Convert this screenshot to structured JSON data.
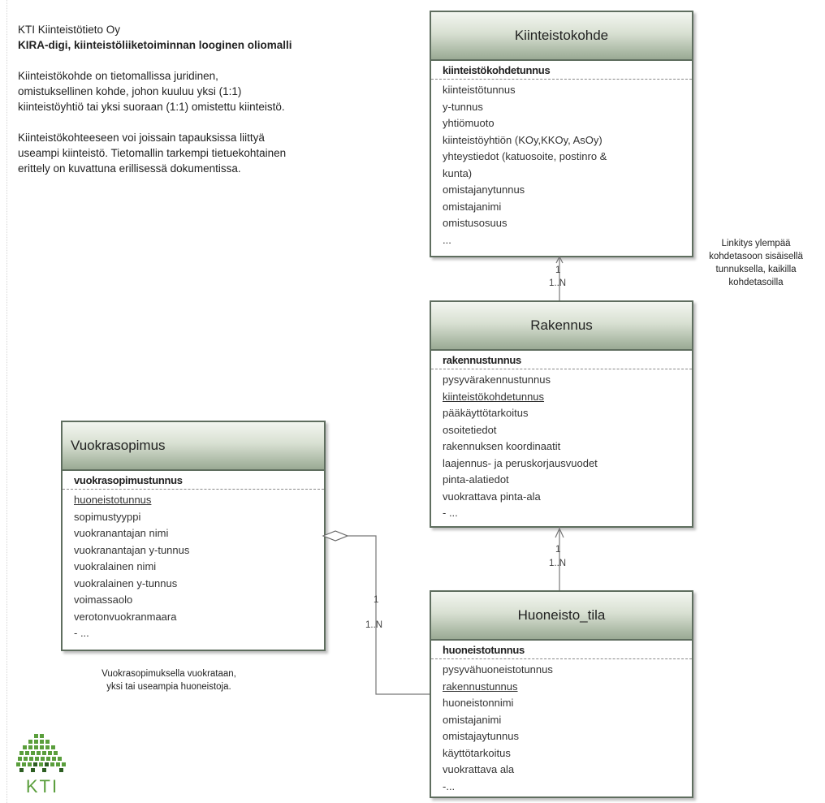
{
  "intro": {
    "company": "KTI Kiinteistötieto Oy",
    "title": "KIRA-digi, kiinteistöliiketoiminnan looginen oliomalli",
    "paragraph1": "Kiinteistökohde on tietomallissa juridinen, omistuksellinen kohde, johon  kuuluu yksi (1:1) kiinteistöyhtiö tai yksi suoraan (1:1) omistettu kiinteistö.",
    "paragraph2": "Kiinteistökohteeseen voi joissain tapauksissa liittyä useampi kiinteistö. Tietomallin tarkempi tietuekohtainen erittely on kuvattuna erillisessä dokumentissa."
  },
  "entities": {
    "kiinteistokohde": {
      "name": "Kiinteistokohde",
      "key": "kiinteistökohdetunnus",
      "attributes": [
        "kiinteistötunnus",
        "y-tunnus",
        "yhtiömuoto",
        "kiinteistöyhtiön (KOy,KKOy, AsOy)",
        "yhteystiedot (katuosoite, postinro &",
        "kunta)",
        "omistajanytunnus",
        "omistajanimi",
        "omistusosuus",
        "..."
      ]
    },
    "rakennus": {
      "name": "Rakennus",
      "key": "rakennustunnus",
      "attributes": [
        "pysyvärakennustunnus",
        "kiinteistökohdetunnus",
        "pääkäyttötarkoitus",
        "osoitetiedot",
        "rakennuksen koordinaatit",
        "laajennus- ja peruskorjausvuodet",
        "pinta-alatiedot",
        "vuokrattava pinta-ala",
        "- ..."
      ]
    },
    "huoneisto_tila": {
      "name": "Huoneisto_tila",
      "key": "huoneistotunnus",
      "attributes": [
        "pysyvähuoneistotunnus",
        "rakennustunnus",
        "huoneistonnimi",
        "omistajanimi",
        "omistajaytunnus",
        "käyttötarkoitus",
        "vuokrattava ala",
        "-..."
      ]
    },
    "vuokrasopimus": {
      "name": "Vuokrasopimus",
      "key": "vuokrasopimustunnus",
      "attributes": [
        "huoneistotunnus",
        "sopimustyyppi",
        "vuokranantajan nimi",
        "vuokranantajan y-tunnus",
        "vuokralainen nimi",
        "vuokralainen y-tunnus",
        "voimassaolo",
        "verotonvuokranmaara",
        "- ..."
      ]
    }
  },
  "relations": {
    "kiinteistokohde_rakennus": {
      "one": "1",
      "many": "1..N"
    },
    "rakennus_huoneisto": {
      "one": "1",
      "many": "1..N"
    },
    "vuokrasopimus_huoneisto": {
      "one": "1",
      "many": "1..N"
    }
  },
  "notes": {
    "linking": "Linkitys ylempää kohdetasoon sisäisellä tunnuksella, kaikilla kohdetasoilla",
    "lease": "Vuokrasopimuksella vuokrataan, yksi tai useampia huoneistoja."
  },
  "logo": {
    "text": "KTI",
    "color": "#5a9e3c"
  }
}
